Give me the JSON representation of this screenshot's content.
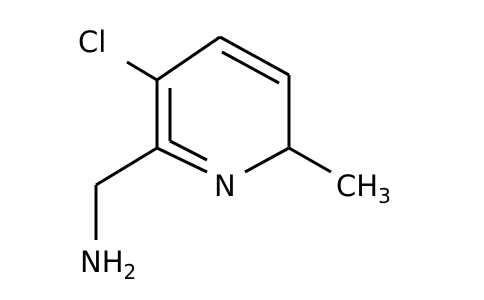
{
  "molecule": {
    "atoms": {
      "chlorine": "Cl",
      "nitrogen": "N",
      "methyl": {
        "main": "CH",
        "sub": "3"
      },
      "amine": {
        "main": "NH",
        "sub": "2"
      }
    }
  }
}
